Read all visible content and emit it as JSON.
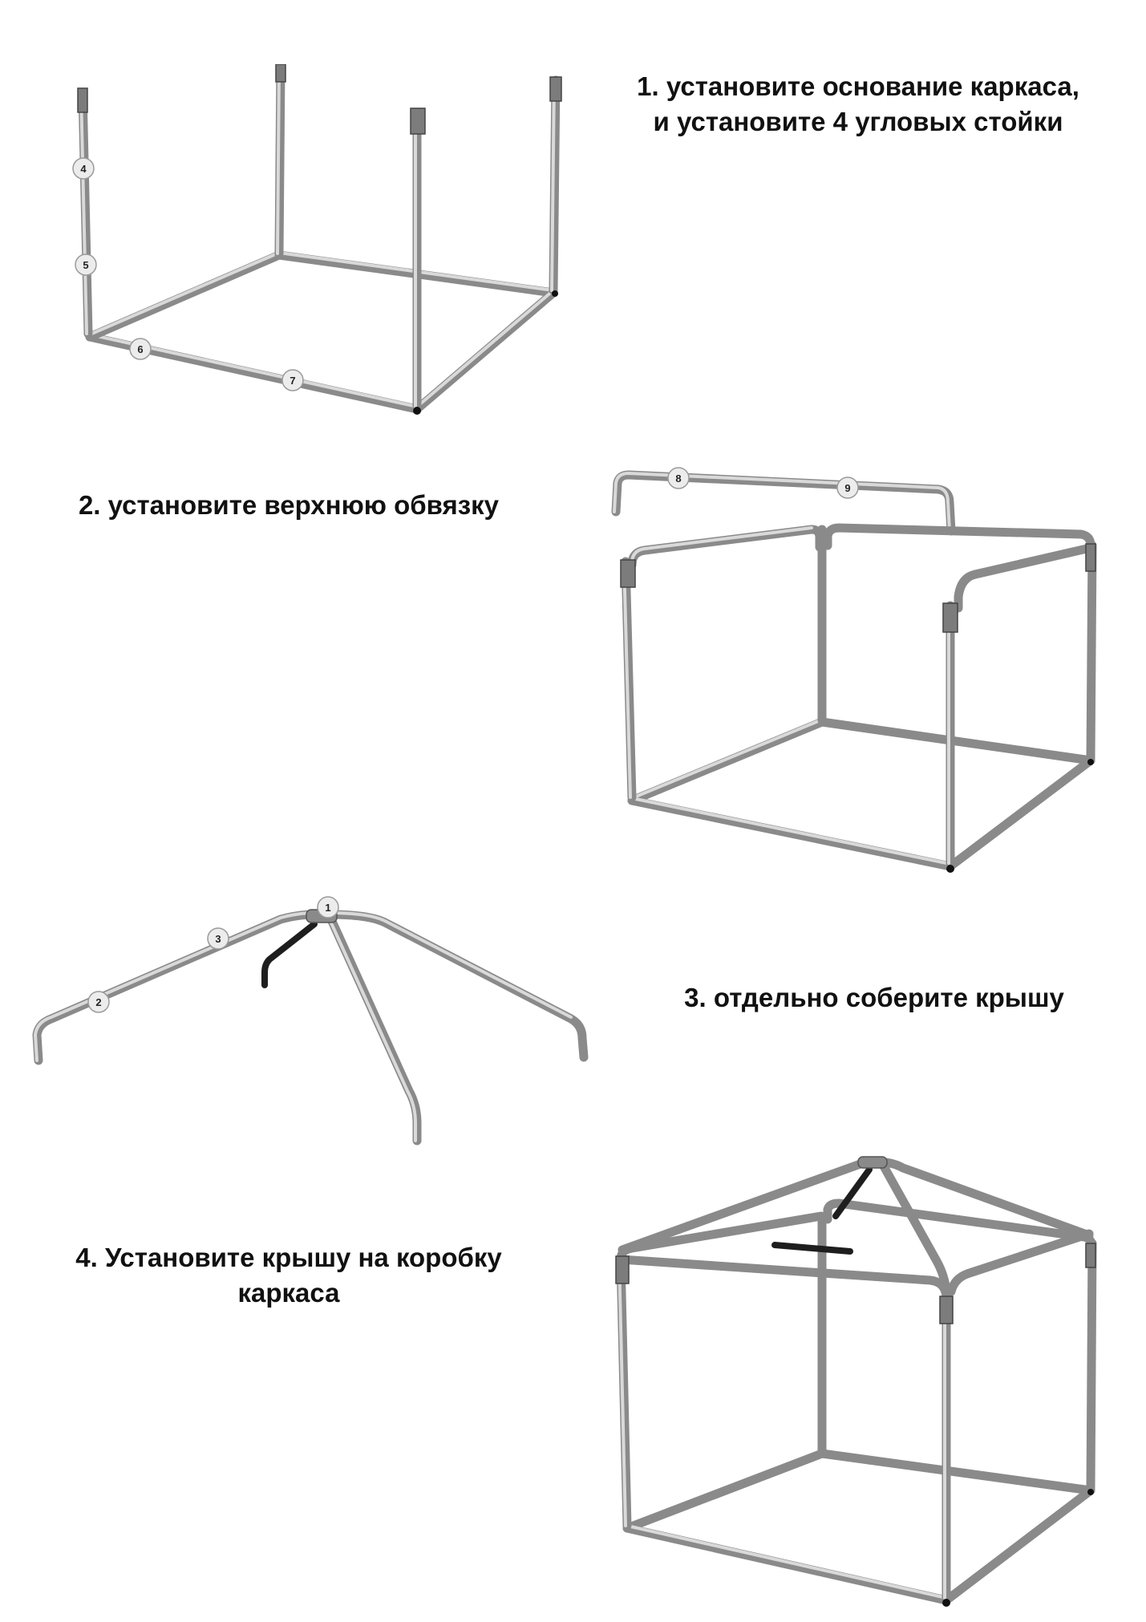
{
  "steps": [
    {
      "text_line1": "1. установите основание каркаса,",
      "text_line2": "и установите 4 угловых стойки"
    },
    {
      "text_line1": "2. установите верхнюю обвязку",
      "text_line2": ""
    },
    {
      "text_line1": "3. отдельно соберите крышу",
      "text_line2": ""
    },
    {
      "text_line1": "4. Установите крышу на коробку",
      "text_line2": "каркаса"
    }
  ],
  "part_labels": {
    "fig1": [
      "4",
      "5",
      "6",
      "7"
    ],
    "fig2": [
      "8",
      "9"
    ],
    "fig3": [
      "1",
      "3",
      "2"
    ]
  },
  "colors": {
    "pipe": "#8a8a8a",
    "text": "#111111",
    "background": "#ffffff"
  }
}
